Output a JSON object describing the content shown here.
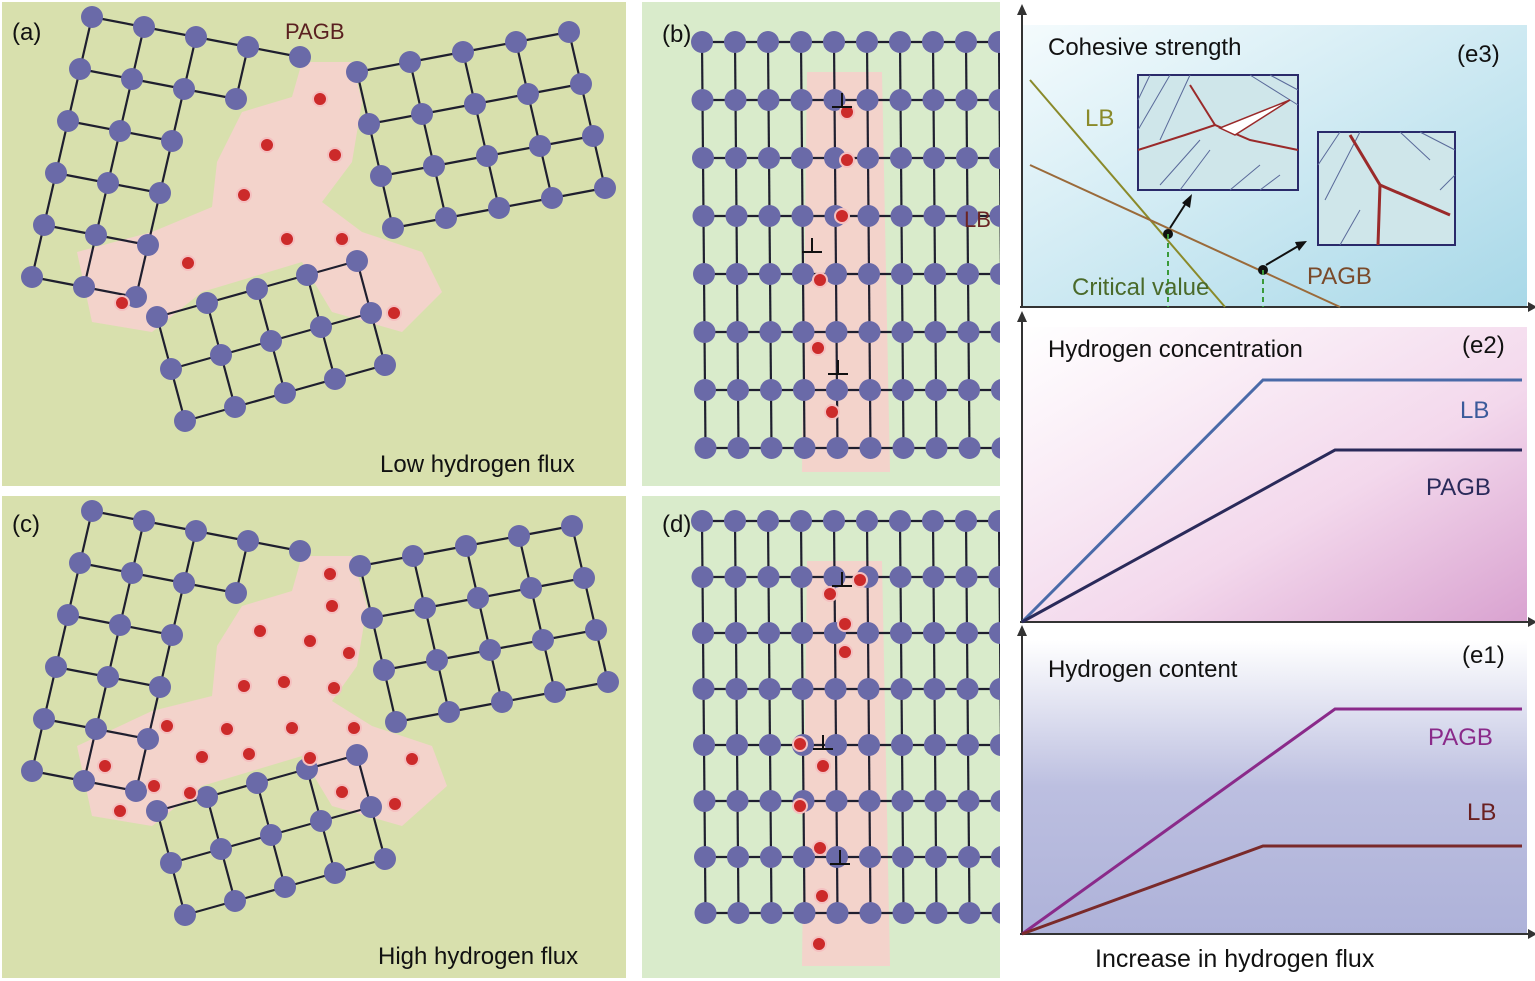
{
  "panel_a": {
    "tag": "(a)",
    "boundary_label": "PAGB",
    "caption": "Low hydrogen flux"
  },
  "panel_b": {
    "tag": "(b)",
    "boundary_label": "LB"
  },
  "panel_c": {
    "tag": "(c)",
    "caption": "High hydrogen flux"
  },
  "panel_d": {
    "tag": "(d)"
  },
  "panel_e3": {
    "tag": "(e3)",
    "title": "Cohesive strength",
    "line_lb": "LB",
    "line_pagb": "PAGB",
    "critical": "Critical value"
  },
  "panel_e2": {
    "tag": "(e2)",
    "title": "Hydrogen concentration",
    "line_lb": "LB",
    "line_pagb": "PAGB"
  },
  "panel_e1": {
    "tag": "(e1)",
    "title": "Hydrogen content",
    "line_pagb": "PAGB",
    "line_lb": "LB"
  },
  "x_axis_label": "Increase in hydrogen flux",
  "colors": {
    "atom": "#6a6aa8",
    "hydrogen": "#cc2a2a",
    "boundary_zone": "#f3d3cb",
    "grain_bg": "#d8e0ad",
    "lath_bg": "#d9ebcb"
  }
}
